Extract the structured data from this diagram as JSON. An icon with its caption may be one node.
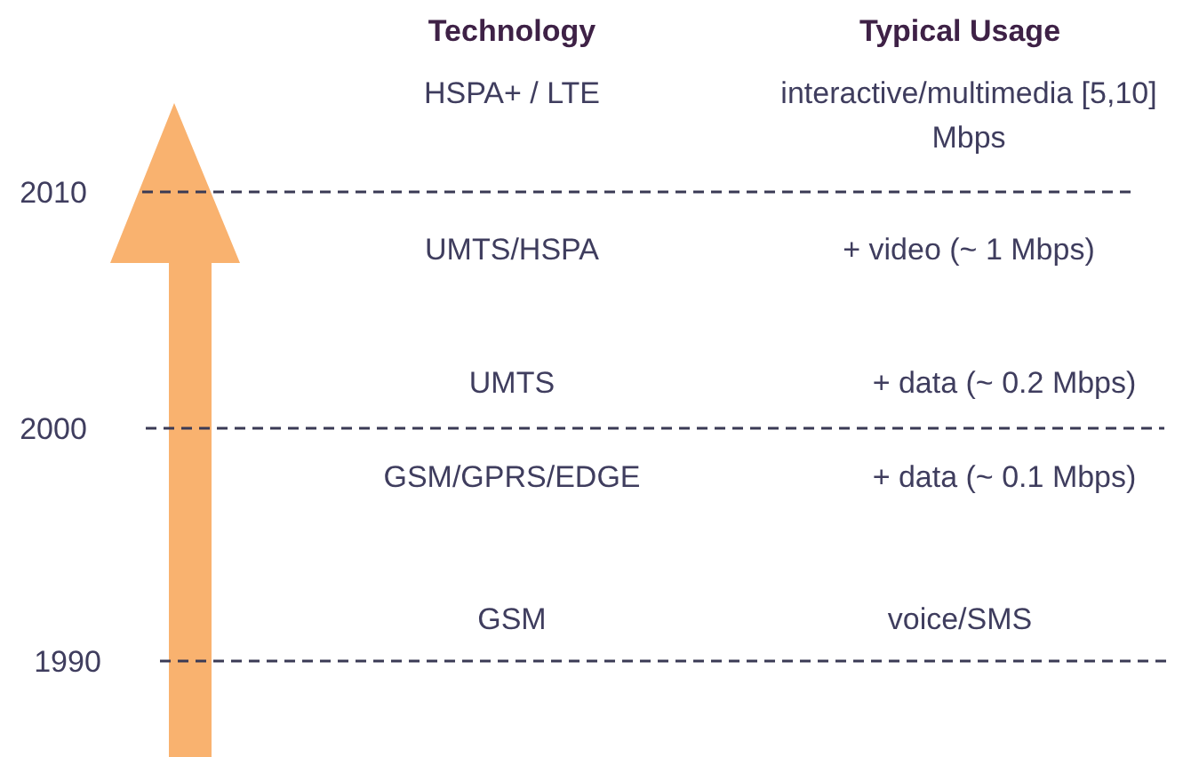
{
  "diagram": {
    "labels": [
      "Technology",
      "Typical Usage",
      "HSPA+ / LTE",
      "interactive/multimedia [5,10] Mbps",
      "2010",
      "UMTS/HSPA",
      "+ video (~ 1 Mbps)",
      "UMTS",
      "+ data (~ 0.2 Mbps)",
      "2000",
      "GSM/GPRS/EDGE",
      "+ data (~ 0.1 Mbps)",
      "GSM",
      "voice/SMS",
      "1990"
    ]
  }
}
